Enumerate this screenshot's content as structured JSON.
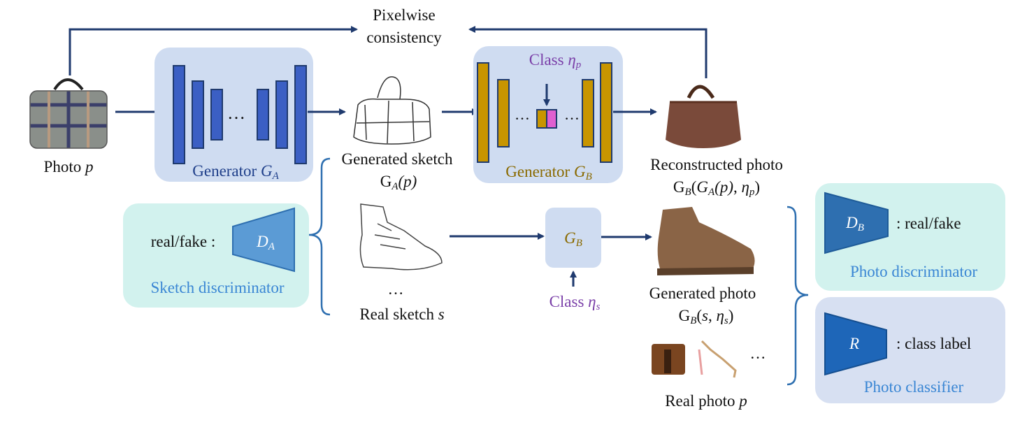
{
  "title": "Pixelwise consistency",
  "title_lines": [
    "Pixelwise",
    "consistency"
  ],
  "photo_label": "Photo",
  "photo_var": "p",
  "generator_a": {
    "label": "Generator",
    "var": "G",
    "sub": "A"
  },
  "generator_b": {
    "label": "Generator",
    "var": "G",
    "sub": "B"
  },
  "class_top": {
    "label": "Class",
    "var": "η",
    "sub": "p"
  },
  "class_bottom": {
    "label": "Class",
    "var": "η",
    "sub": "s"
  },
  "generated_sketch": {
    "label": "Generated sketch",
    "expr": "G",
    "expr_sub": "A",
    "expr_arg": "(p)"
  },
  "reconstructed_photo": {
    "label": "Reconstructed photo",
    "expr": "G_B(G_A(p), η_p)"
  },
  "real_sketch": {
    "label": "Real sketch",
    "var": "s",
    "ellipsis": "…"
  },
  "small_gen": {
    "var": "G",
    "sub": "B"
  },
  "generated_photo": {
    "label": "Generated photo",
    "expr": "G_B(s, η_s)"
  },
  "real_photo": {
    "label": "Real photo",
    "var": "p",
    "ellipsis": "…"
  },
  "ellipsis": "…",
  "sketch_discriminator": {
    "title": "Sketch discriminator",
    "prefix": "real/fake :",
    "var": "D",
    "sub": "A"
  },
  "photo_discriminator": {
    "title": "Photo discriminator",
    "suffix": ": real/fake",
    "var": "D",
    "sub": "B"
  },
  "photo_classifier": {
    "title": "Photo classifier",
    "suffix": ": class label",
    "var": "R"
  },
  "colors": {
    "navy": "#1f3a6e",
    "gen_a_box": "#cfdcf1",
    "gen_a_bar": "#3b5fc4",
    "gen_b_bar": "#c89500",
    "purple": "#7a3fa8",
    "magenta": "#e060d0",
    "teal_box": "#d2f2ee",
    "lavender_box": "#d7e0f2",
    "disc_light": "#5b9bd5",
    "disc_dark": "#2e6fb0",
    "classifier": "#1e66b8"
  },
  "icons": [
    "handbag-photo-icon",
    "sketch-bag-icon",
    "reconstructed-bag-icon",
    "sketch-shoe-icon",
    "shoe-photo-icon",
    "small-bag-photo-icon",
    "sandal-photo-icon"
  ]
}
